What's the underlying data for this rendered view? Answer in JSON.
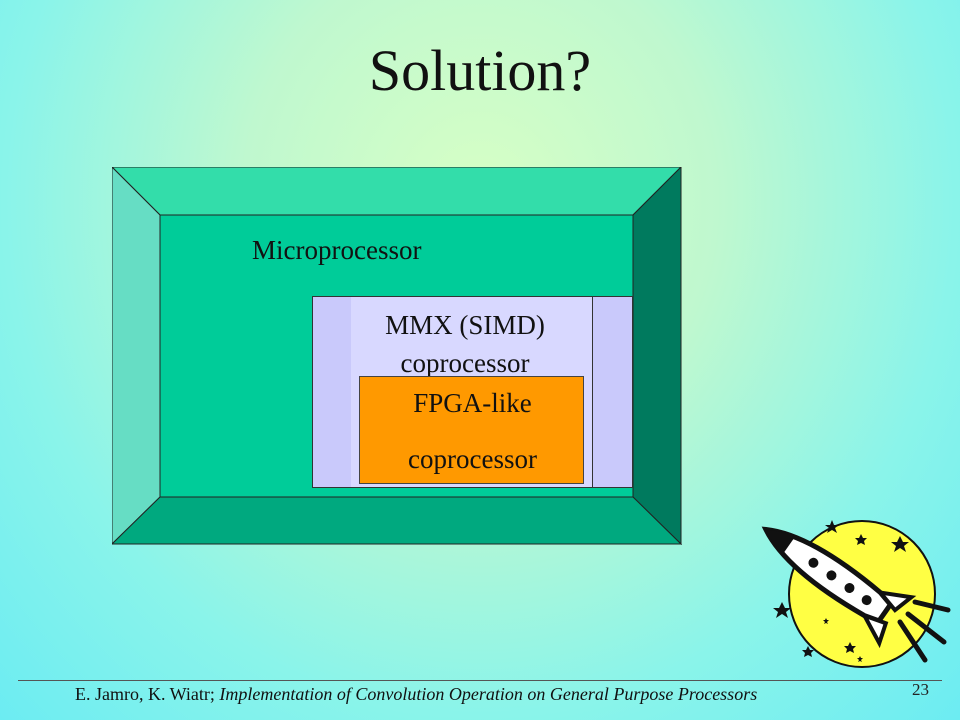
{
  "slide": {
    "title": "Solution?",
    "microprocessor_label": "Microprocessor",
    "mmx_label": "MMX (SIMD) coprocessor",
    "fpga_line1": "FPGA-like",
    "fpga_line2": "coprocessor",
    "footer_authors": "E. Jamro, K. Wiatr; ",
    "footer_title": "Implementation of Convolution Operation on General Purpose Processors",
    "page_number": "23"
  },
  "colors": {
    "micro_face": "#00cc99",
    "micro_top_bevel": "#33ddaa",
    "micro_left_bevel": "#66ddc4",
    "micro_right_bevel": "#007a5e",
    "micro_bottom_bevel": "#00a97f",
    "mmx_face": "#d8d8ff",
    "fpga_face": "#ff9900",
    "rocket_disc": "#ffff44"
  }
}
